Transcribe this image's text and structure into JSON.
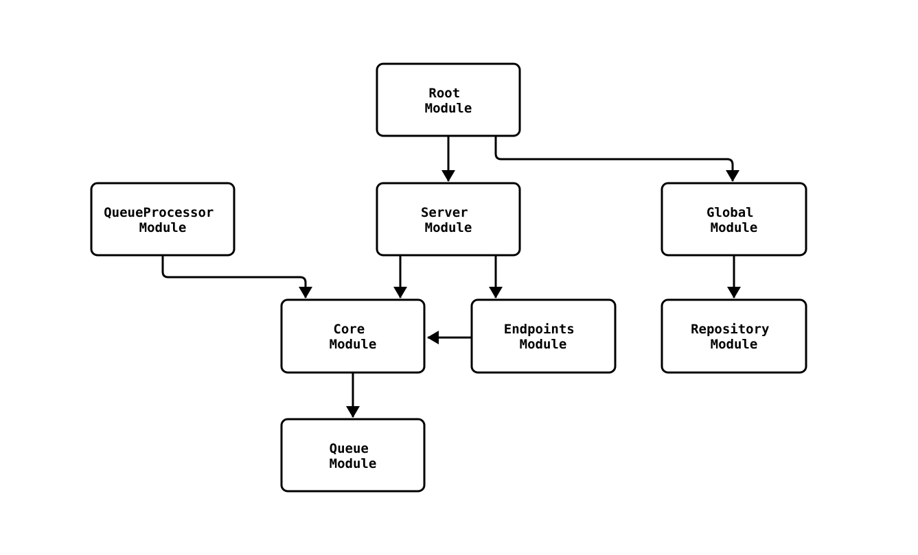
{
  "diagram": {
    "type": "module-dependency-flowchart",
    "colors": {
      "stroke": "#000000",
      "fill": "#ffffff",
      "text": "#000000"
    },
    "nodes": {
      "root": {
        "line1": "Root",
        "line2": "Module"
      },
      "queueProcessor": {
        "line1": "QueueProcessor",
        "line2": "Module"
      },
      "server": {
        "line1": "Server",
        "line2": "Module"
      },
      "global": {
        "line1": "Global",
        "line2": "Module"
      },
      "core": {
        "line1": "Core",
        "line2": "Module"
      },
      "endpoints": {
        "line1": "Endpoints",
        "line2": "Module"
      },
      "repository": {
        "line1": "Repository",
        "line2": "Module"
      },
      "queue": {
        "line1": "Queue",
        "line2": "Module"
      }
    },
    "edges": [
      {
        "from": "root",
        "to": "server"
      },
      {
        "from": "root",
        "to": "global"
      },
      {
        "from": "queueProcessor",
        "to": "core"
      },
      {
        "from": "server",
        "to": "core"
      },
      {
        "from": "server",
        "to": "endpoints"
      },
      {
        "from": "endpoints",
        "to": "core"
      },
      {
        "from": "global",
        "to": "repository"
      },
      {
        "from": "core",
        "to": "queue"
      }
    ]
  }
}
